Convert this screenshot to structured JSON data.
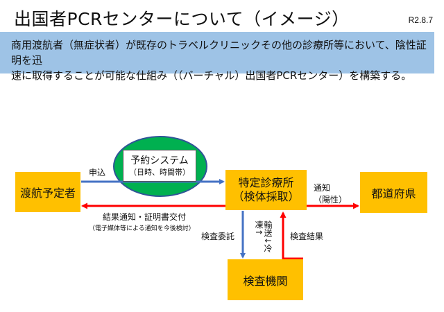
{
  "header": {
    "title": "出国者PCRセンターについて（イメージ）",
    "date": "R2.8.7"
  },
  "intro": {
    "line1": "商用渡航者（無症状者）が既存のトラベルクリニックその他の診療所等において、陰性証明を迅",
    "line2": "速に取得することが可能な仕組み（（バーチャル）出国者PCRセンター）を構築する。"
  },
  "nodes": {
    "traveler": "渡航予定者",
    "clinic_line1": "特定診療所",
    "clinic_line2": "（検体採取）",
    "prefecture": "都道府県",
    "lab": "検査機関",
    "reservation_title": "予約システム",
    "reservation_sub": "（日時、時間帯）"
  },
  "labels": {
    "apply": "申込",
    "result_notice": "結果通知・証明書交付",
    "result_notice_note": "（電子媒体等による通知を今後検討）",
    "notify_line1": "通知",
    "notify_line2": "（陽性）",
    "test_request": "検査委託",
    "transport": "輸送↓冷凍↑",
    "test_result": "検査結果"
  },
  "colors": {
    "box_fill": "#ffc000",
    "intro_bg": "#9ec3e6",
    "ellipse_fill": "#00b050",
    "blue_arrow": "#4472c4",
    "red_arrow": "#ff0000"
  }
}
